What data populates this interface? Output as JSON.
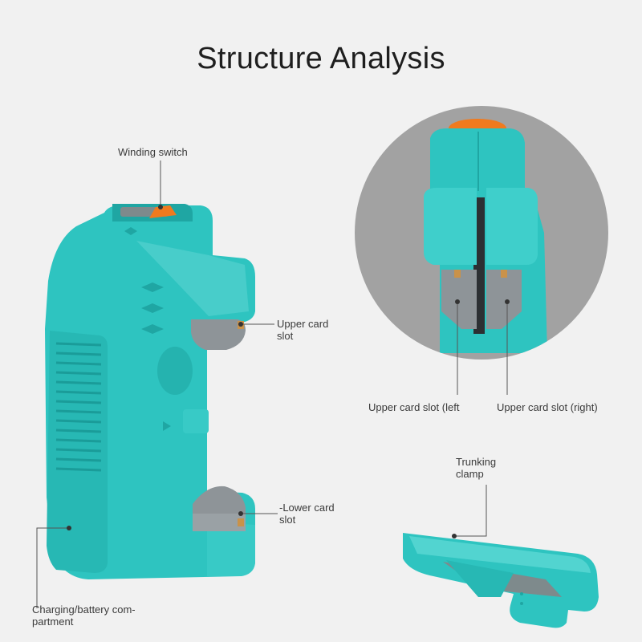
{
  "title": "Structure Analysis",
  "labels": {
    "winding_switch": "Winding switch",
    "upper_card_slot_line1": "Upper card",
    "upper_card_slot_line2": "slot",
    "lower_card_slot_line1": "-Lower card",
    "lower_card_slot_line2": "slot",
    "charging_line1": "Charging/battery com-",
    "charging_line2": "partment",
    "upper_slot_left": "Upper card slot (left",
    "upper_slot_right": "Upper card slot (right)",
    "trunking_line1": "Trunking",
    "trunking_line2": "clamp"
  },
  "colors": {
    "body": "#2ec4c0",
    "body_dark": "#1fa6a3",
    "body_light": "#5ad6d2",
    "slot_gray": "#8e9498",
    "switch_orange": "#f07a1e",
    "circle_bg": "#a2a2a2"
  }
}
